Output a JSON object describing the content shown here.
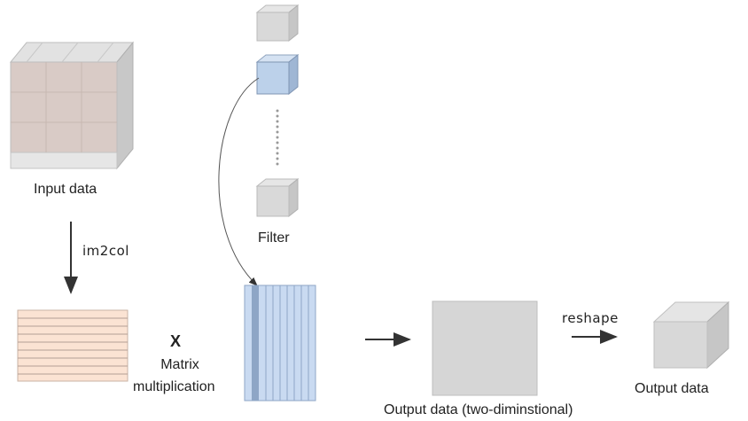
{
  "labels": {
    "input_data": "Input data",
    "im2col": "im2col",
    "filter": "Filter",
    "matrix_x": "X",
    "matrix_mult_line1": "Matrix",
    "matrix_mult_line2": "multiplication",
    "output_2d": "Output data (two-diminstional)",
    "reshape": "reshape",
    "output_data": "Output data"
  },
  "colors": {
    "cube_gray": "#d9d9d9",
    "cube_blue": "#bcd1ea",
    "row_fill": "#fbe3d3",
    "col_fill": "#c9daf1",
    "col_dark": "#8ea6c6"
  }
}
